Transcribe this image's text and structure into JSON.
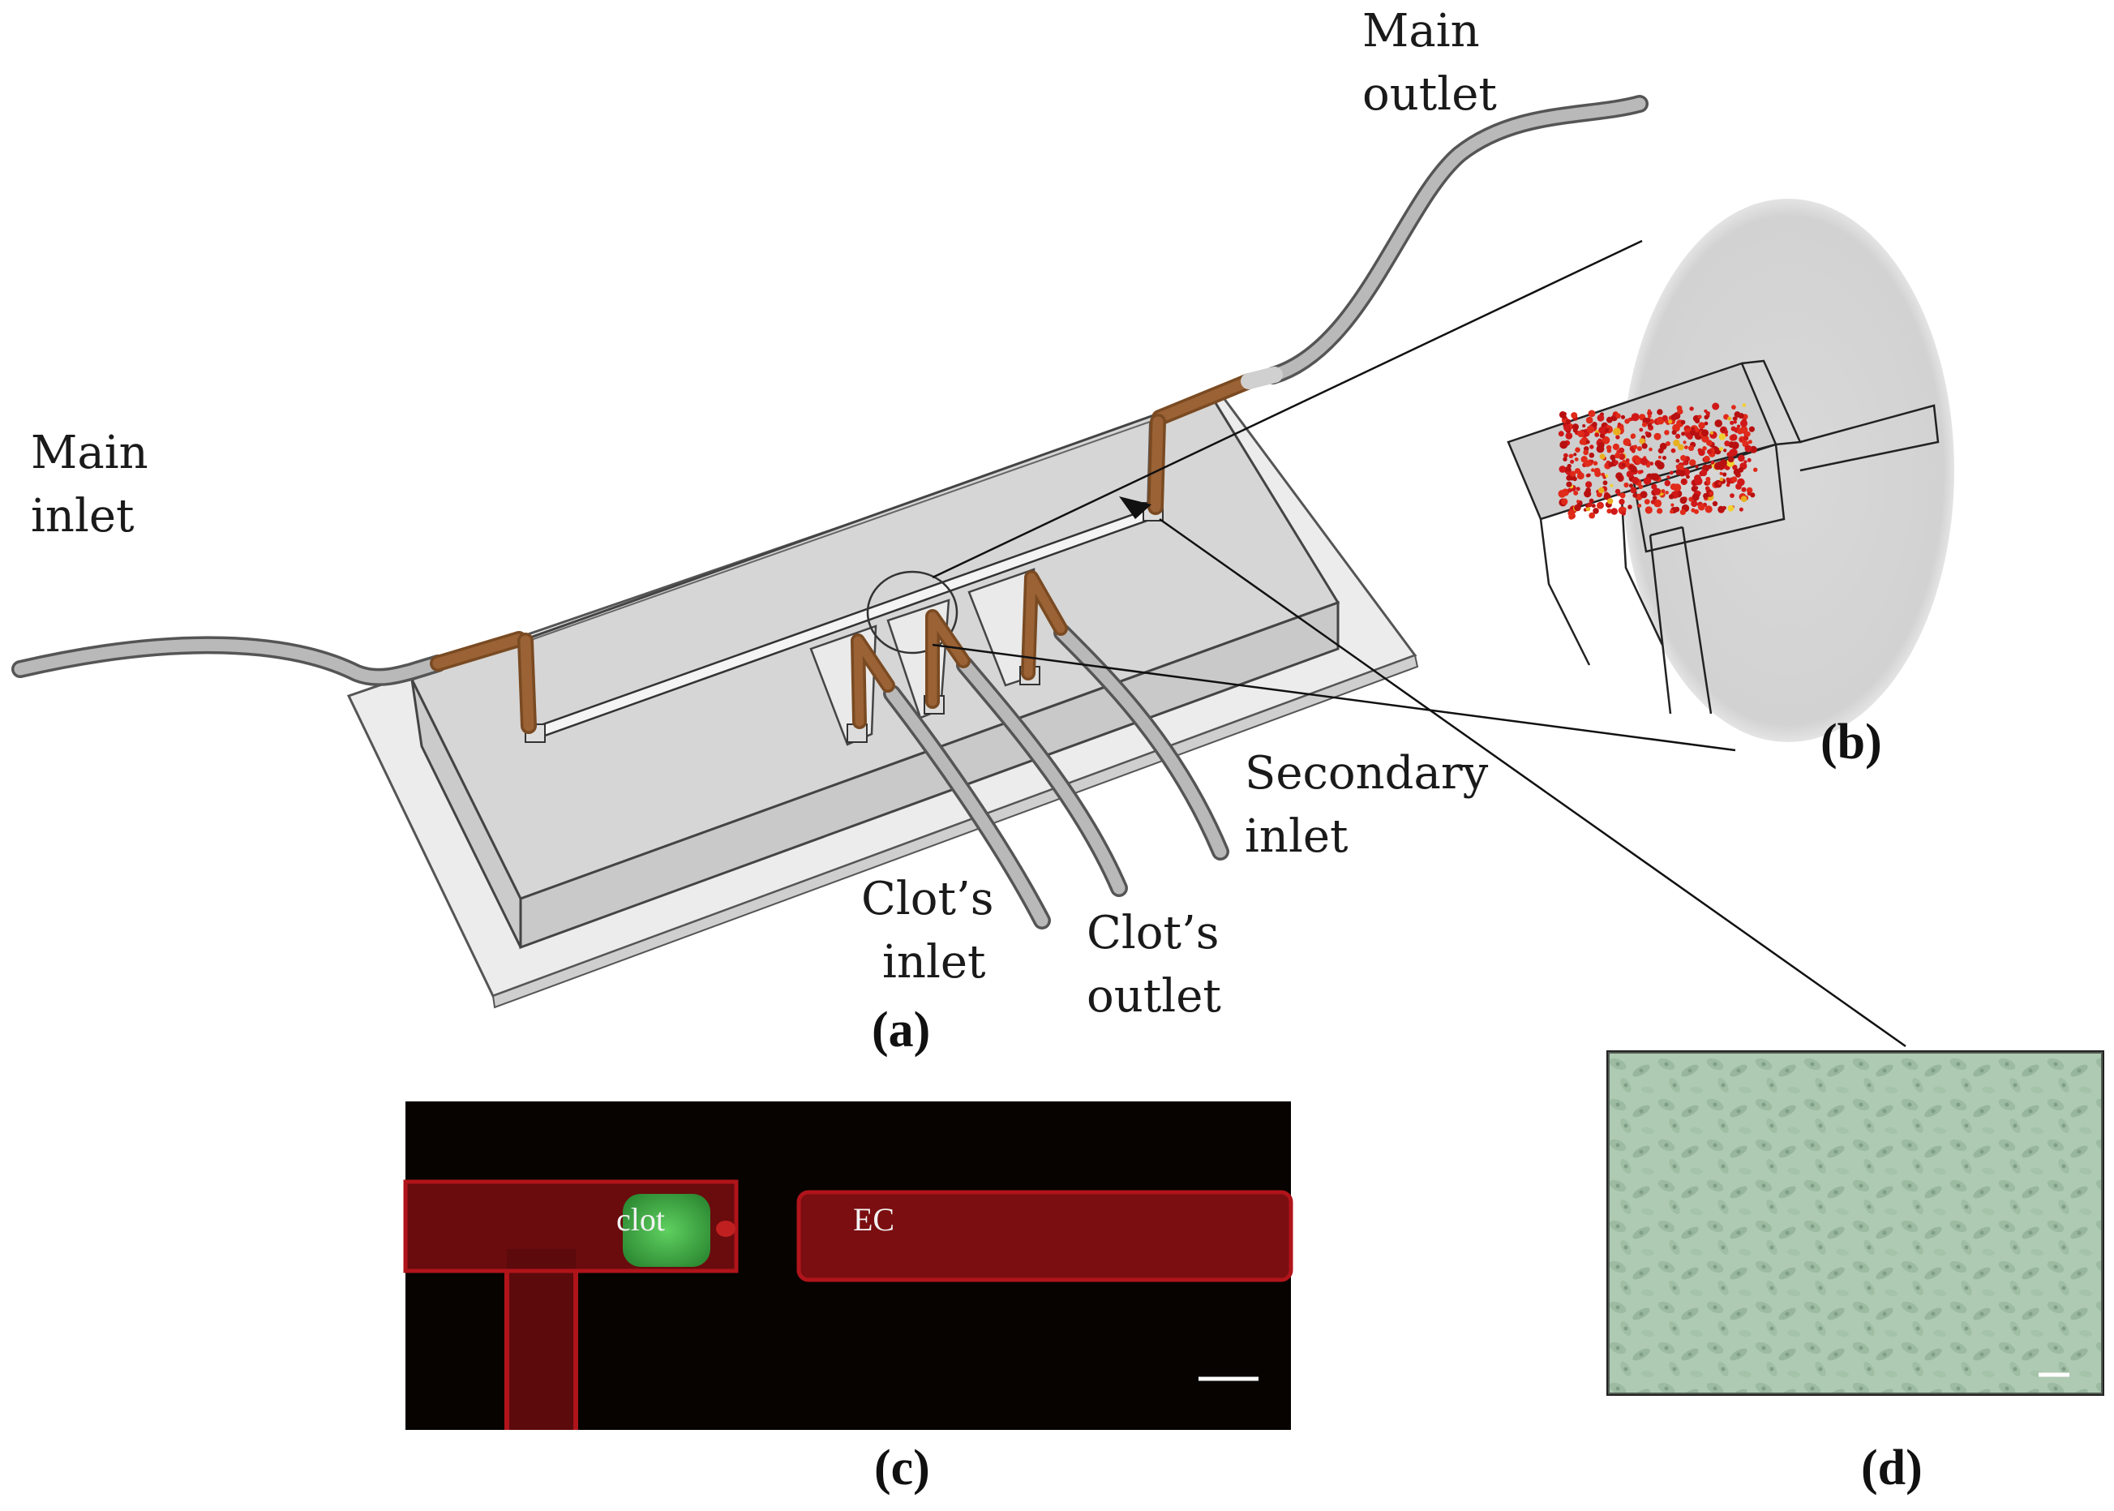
{
  "labels": {
    "main_outlet": [
      "Main",
      "outlet"
    ],
    "main_inlet": [
      "Main",
      "inlet"
    ],
    "secondary_inlet": [
      "Secondary",
      "inlet"
    ],
    "clots_inlet": [
      "Clot’s",
      "inlet"
    ],
    "clots_outlet": [
      "Clot’s",
      "outlet"
    ]
  },
  "panels": {
    "a": "(a)",
    "b": "(b)",
    "c": "(c)",
    "d": "(d)"
  },
  "micrograph_c": {
    "clot_label": "clot",
    "ec_label": "EC"
  },
  "colors": {
    "tubing": "#9a9a9a",
    "copper_connector": "#8a5a30",
    "chip_body": "#dcdcdc",
    "fluorescence_red": "#b0141a",
    "fluorescence_green": "#3fb54a",
    "cell_culture": "#aec8b0"
  }
}
